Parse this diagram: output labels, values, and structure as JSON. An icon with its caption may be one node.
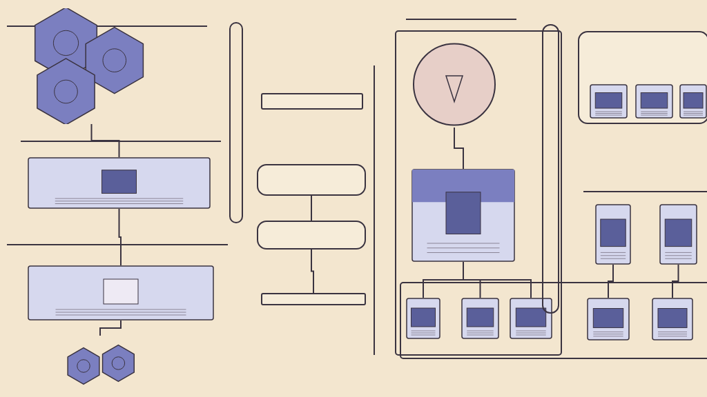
{
  "diagram": {
    "nodes": [
      {
        "text": [],
        "shape": "picture"
      },
      {
        "text": [],
        "shape": "picture"
      },
      {
        "text": [],
        "shape": "picture"
      },
      {
        "text": [],
        "shape": "picture"
      },
      {
        "text": [],
        "shape": "box"
      },
      {
        "text": [],
        "shape": "box"
      },
      {
        "text": [],
        "shape": "box"
      },
      {
        "text": [],
        "shape": "box"
      },
      {
        "text": [],
        "shape": "circle"
      },
      {
        "text": [],
        "shape": "picture"
      },
      {
        "text": [],
        "shape": "box"
      },
      {
        "text": [],
        "shape": "picture",
        "in": 10
      },
      {
        "text": [],
        "shape": "picture",
        "in": 10
      },
      {
        "text": [],
        "shape": "picture",
        "in": 10
      },
      {
        "text": [],
        "shape": "picture"
      },
      {
        "text": [],
        "shape": "picture"
      },
      {
        "text": [],
        "shape": "picture"
      },
      {
        "text": [],
        "shape": "picture"
      },
      {
        "text": [],
        "shape": "picture"
      },
      {
        "text": [],
        "shape": "picture"
      },
      {
        "text": [],
        "shape": "picture"
      },
      {
        "text": [],
        "shape": "bar"
      },
      {
        "text": [],
        "shape": "bar"
      }
    ],
    "edges": [
      {
        "from": 0,
        "to": 1,
        "arrow": "none"
      },
      {
        "from": 1,
        "to": 2,
        "arrow": "none"
      },
      {
        "from": 2,
        "to": 3,
        "arrow": "none"
      },
      {
        "from": 5,
        "to": 6,
        "arrow": "none"
      },
      {
        "from": 6,
        "to": 7,
        "arrow": "none"
      },
      {
        "from": 8,
        "to": 9,
        "arrow": "none"
      },
      {
        "from": 9,
        "to": 16,
        "arrow": "none"
      },
      {
        "from": 9,
        "to": 17,
        "arrow": "none"
      },
      {
        "from": 9,
        "to": 18,
        "arrow": "none"
      },
      {
        "from": 14,
        "to": 19,
        "arrow": "none"
      },
      {
        "from": 15,
        "to": 20,
        "arrow": "none"
      }
    ]
  }
}
